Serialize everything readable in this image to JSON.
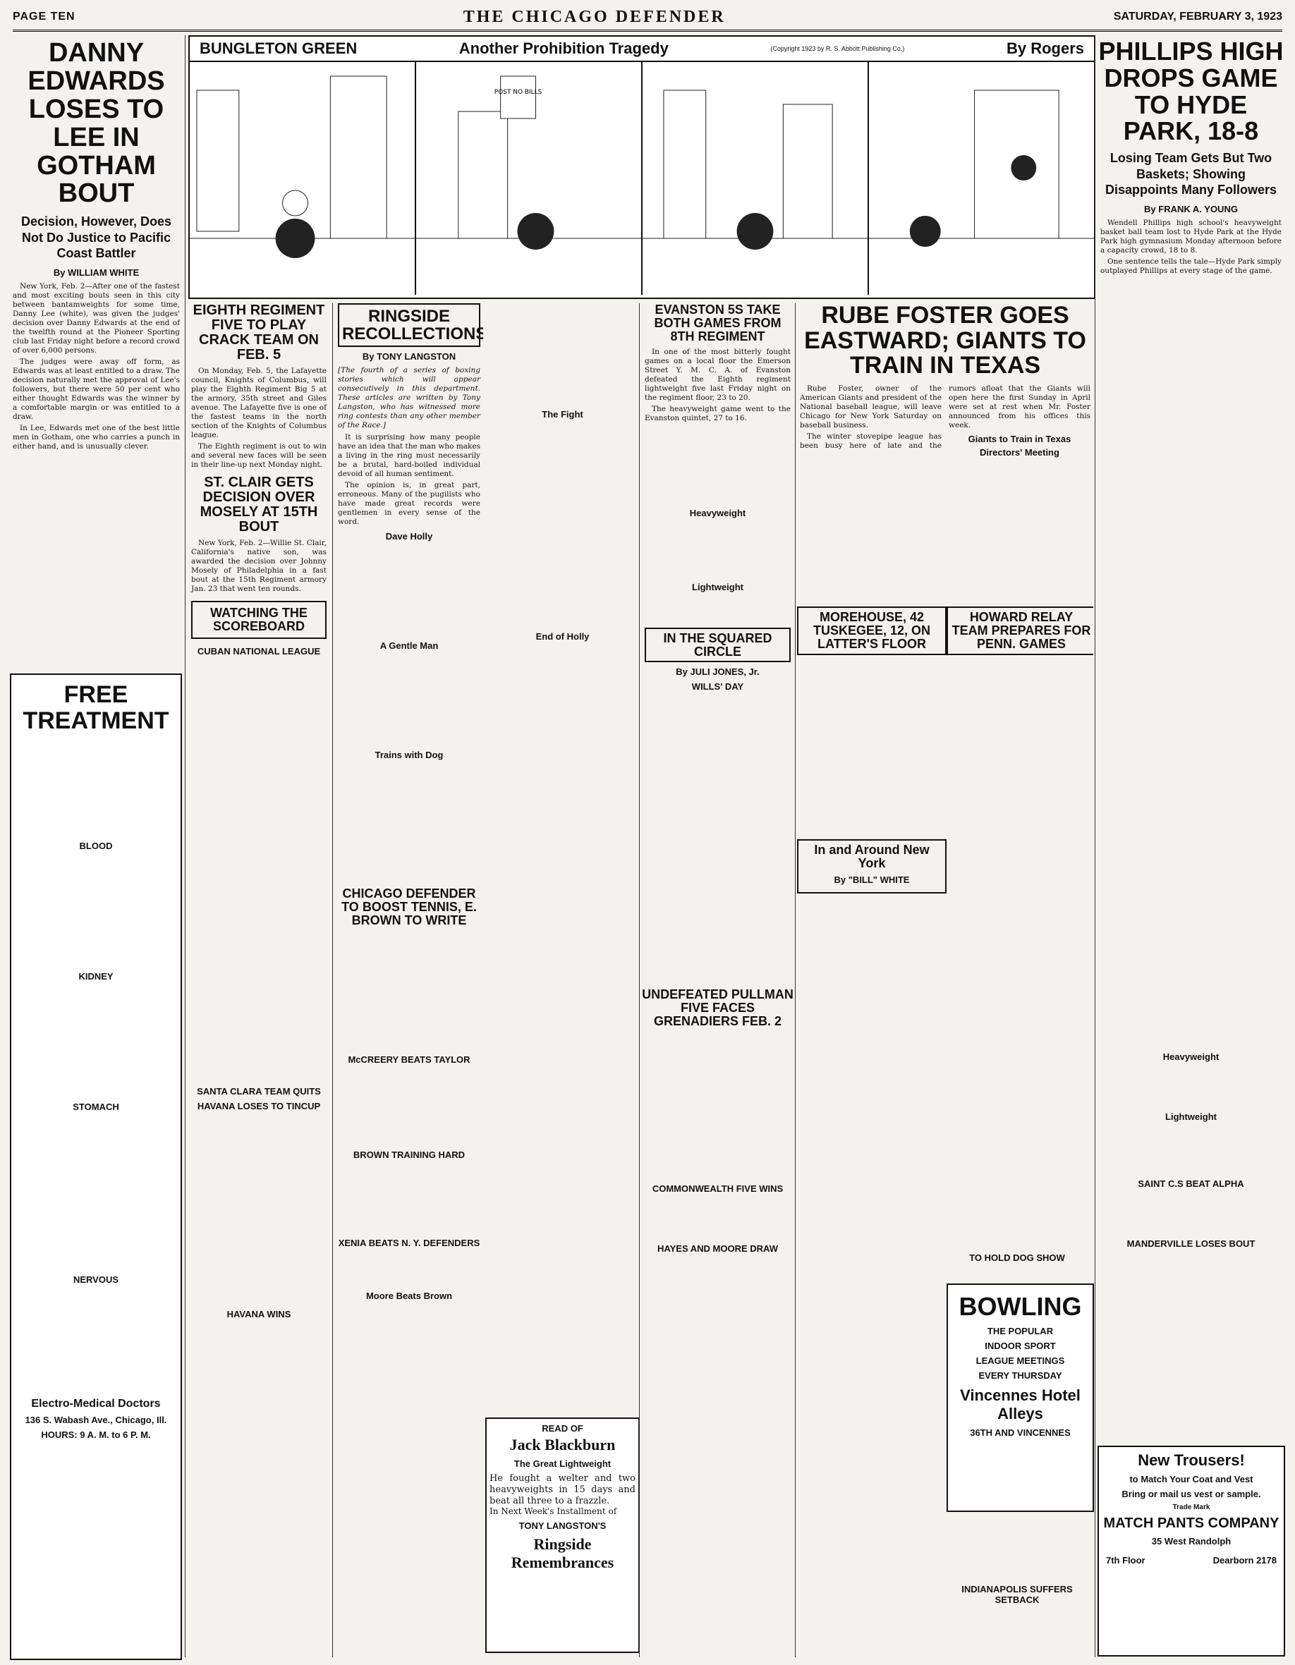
{
  "masthead": {
    "page": "PAGE TEN",
    "paper": "THE CHICAGO DEFENDER",
    "date": "SATURDAY, FEBRUARY 3, 1923"
  },
  "col1": {
    "headline": "DANNY EDWARDS LOSES TO LEE IN GOTHAM BOUT",
    "deck": "Decision, However, Does Not Do Justice to Pacific Coast Battler",
    "byline": "By WILLIAM WHITE",
    "paragraphs": [
      "New York, Feb. 2—After one of the fastest and most exciting bouts seen in this city between bantamweights for some time, Danny Lee (white), was given the judges' decision over Danny Edwards at the end of the twelfth round at the Pioneer Sporting club last Friday night before a record crowd of over 6,000 persons.",
      "The judges were away off form, as Edwards was at least entitled to a draw. The decision naturally met the approval of Lee's followers, but there were 50 per cent who either thought Edwards was the winner by a comfortable margin or was entitled to a draw.",
      "In Lee, Edwards met one of the best little men in Gotham, one who carries a punch in either hand, and is unusually clever."
    ]
  },
  "ad_free": {
    "title": "FREE TREATMENT",
    "sections": [
      "BLOOD",
      "KIDNEY",
      "STOMACH",
      "NERVOUS"
    ],
    "company": "Electro-Medical Doctors",
    "address": "136 S. Wabash Ave., Chicago, Ill.",
    "hours": "HOURS: 9 A. M. to 6 P. M."
  },
  "comic": {
    "title": "BUNGLETON GREEN",
    "strip_title": "Another Prohibition Tragedy",
    "copyright": "(Copyright 1923 by R. S. Abbott Publishing Co.)",
    "author": "By Rogers",
    "sign_text": "POST NO BILLS"
  },
  "col2": {
    "headline": "EIGHTH REGIMENT FIVE TO PLAY CRACK TEAM ON FEB. 5",
    "paragraphs": [
      "On Monday, Feb. 5, the Lafayette council, Knights of Columbus, will play the Eighth Regiment Big 5 at the armory, 35th street and Giles avenue. The Lafayette five is one of the fastest teams in the north section of the Knights of Columbus league.",
      "The Eighth regiment is out to win and several new faces will be seen in their line-up next Monday night."
    ],
    "headline2": "ST. CLAIR GETS DECISION OVER MOSELY AT 15TH BOUT",
    "paragraphs2": [
      "New York, Feb. 2—Willie St. Clair, California's native son, was awarded the decision over Johnny Mosely of Philadelphia in a fast bout at the 15th Regiment armory Jan. 23 that went ten rounds."
    ],
    "scoreboard_title": "WATCHING THE SCOREBOARD",
    "league": "CUBAN NATIONAL LEAGUE",
    "sub1": "SANTA CLARA TEAM QUITS",
    "sub2": "HAVANA LOSES TO TINCUP",
    "sub3": "HAVANA WINS"
  },
  "col3": {
    "headline": "RINGSIDE RECOLLECTIONS",
    "byline": "By TONY LANGSTON",
    "intro": "[The fourth of a series of boxing stories which will appear consecutively in this department. These articles are written by Tony Langston, who has witnessed more ring contests than any other member of the Race.]",
    "paragraphs": [
      "It is surprising how many people have an idea that the man who makes a living in the ring must necessarily be a brutal, hard-boiled individual devoid of all human sentiment.",
      "The opinion is, in great part, erroneous. Many of the pugilists who have made great records were gentlemen in every sense of the word."
    ],
    "sub1": "Dave Holly",
    "sub2": "A Gentle Man",
    "sub3": "Trains with Dog",
    "sub4": "The Fight",
    "sub5": "End of Holly",
    "headline2": "CHICAGO DEFENDER TO BOOST TENNIS, E. BROWN TO WRITE",
    "sub6": "McCREERY BEATS TAYLOR",
    "sub7": "BROWN TRAINING HARD",
    "sub8": "XENIA BEATS N. Y. DEFENDERS",
    "sub9": "Moore Beats Brown"
  },
  "col4": {
    "headline": "EVANSTON 5S TAKE BOTH GAMES FROM 8TH REGIMENT",
    "paragraphs": [
      "In one of the most bitterly fought games on a local floor the Emerson Street Y. M. C. A. of Evanston defeated the Eighth regiment lightweight five last Friday night on the regiment floor, 23 to 20.",
      "The heavyweight game went to the Evanston quintet, 27 to 16."
    ],
    "box1": "Heavyweight",
    "box2": "Lightweight",
    "headline2": "IN THE SQUARED CIRCLE",
    "byline2": "By JULI JONES, Jr.",
    "sub": "WILLS' DAY",
    "headline3": "UNDEFEATED PULLMAN FIVE FACES GRENADIERS FEB. 2",
    "sub2": "COMMONWEALTH FIVE WINS",
    "sub3": "HAYES AND MOORE DRAW"
  },
  "ad_blackburn": {
    "read_of": "READ OF",
    "name": "Jack Blackburn",
    "tagline": "The Great Lightweight",
    "text": "In Next Week's Installment of",
    "author": "TONY LANGSTON'S",
    "feature": "Ringside Remembrances",
    "side": "He fought a welter and two heavyweights in 15 days and beat all three to a frazzle."
  },
  "col5": {
    "headline": "RUBE FOSTER GOES EASTWARD; GIANTS TO TRAIN IN TEXAS",
    "paragraphs": [
      "Rube Foster, owner of the American Giants and president of the National baseball league, will leave Chicago for New York Saturday on baseball business.",
      "The winter stovepipe league has been busy here of late and the rumors afloat that the Giants will open here the first Sunday in April were set at rest when Mr. Foster announced from his offices this week."
    ],
    "sub": "Giants to Train in Texas",
    "sub2": "Directors' Meeting",
    "headline2": "Morehouse, 42 Tuskegee, 12, on Latter's Floor",
    "headline3": "Howard Relay Team Prepares for Penn. Games",
    "headline4": "In and Around New York",
    "byline4": "By \"BILL\" WHITE",
    "sub5": "TO HOLD DOG SHOW",
    "sub6": "INDIANAPOLIS SUFFERS SETBACK"
  },
  "ad_bowling": {
    "title": "BOWLING",
    "line1": "THE POPULAR",
    "line2": "INDOOR SPORT",
    "line3": "LEAGUE MEETINGS",
    "line4": "EVERY THURSDAY",
    "venue": "Vincennes Hotel Alleys",
    "address": "36TH AND VINCENNES"
  },
  "col6": {
    "headline": "PHILLIPS HIGH DROPS GAME TO HYDE PARK, 18-8",
    "deck": "Losing Team Gets But Two Baskets; Showing Disappoints Many Followers",
    "byline": "By FRANK A. YOUNG",
    "paragraphs": [
      "Wendell Phillips high school's heavyweight basket ball team lost to Hyde Park at the Hyde Park high gymnasium Monday afternoon before a capacity crowd, 18 to 8.",
      "One sentence tells the tale—Hyde Park simply outplayed Phillips at every stage of the game."
    ],
    "sub1": "Heavyweight",
    "sub2": "Lightweight",
    "sub3": "SAINT C.S BEAT ALPHA",
    "sub4": "MANDERVILLE LOSES BOUT"
  },
  "ad_pants": {
    "title": "New Trousers!",
    "line": "to Match Your Coat and Vest",
    "cta": "Bring or mail us vest or sample.",
    "trade": "Trade Mark",
    "company": "MATCH PANTS COMPANY",
    "address": "35 West Randolph",
    "floor": "7th Floor",
    "phone": "Dearborn 2178"
  }
}
